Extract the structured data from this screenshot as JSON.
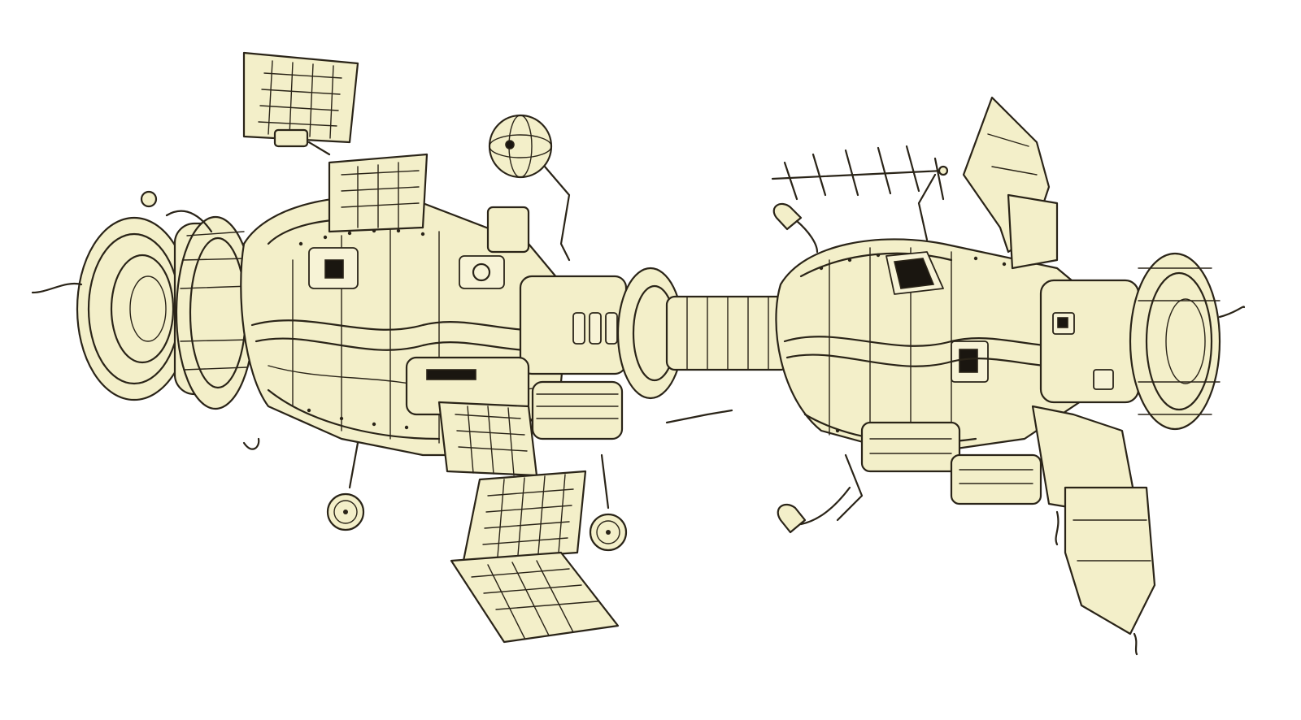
{
  "image": {
    "colors": {
      "paper": "#ffffff",
      "wash": "#f3efc9",
      "ink": "#2a2418"
    },
    "objects": [
      "left-pod",
      "right-pod",
      "solar-panel",
      "satellite-dish",
      "antenna-array",
      "fin",
      "landing-wheel",
      "lamp"
    ]
  }
}
